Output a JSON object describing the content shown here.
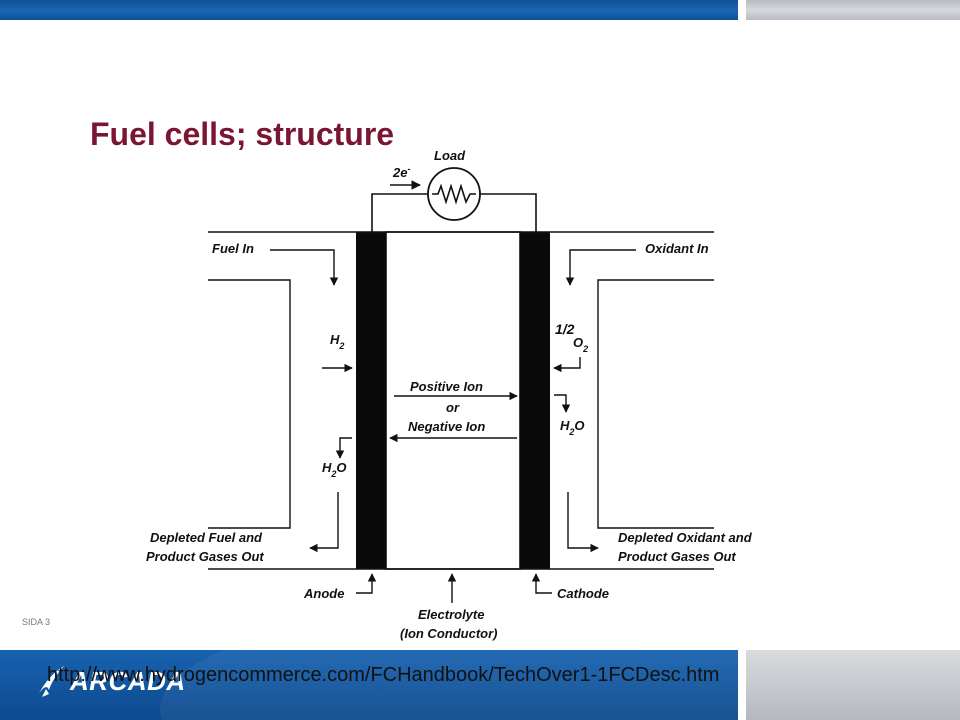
{
  "slide": {
    "title": "Fuel cells; structure",
    "slide_number": "SIDA  3",
    "url": "http://www.hydrogencommerce.com/FCHandbook/TechOver1-1FCDesc.htm",
    "logo_text": "ARCADA"
  },
  "diagram": {
    "load": "Load",
    "electrons": "2e",
    "electrons_sup": "-",
    "fuel_in": "Fuel In",
    "oxidant_in": "Oxidant In",
    "h2": "H",
    "h2_sub": "2",
    "half": "1/2",
    "o2": "O",
    "o2_sub": "2",
    "positive_ion": "Positive Ion",
    "or": "or",
    "negative_ion": "Negative Ion",
    "h2o_left": "H",
    "h2o_left_sub": "2",
    "h2o_left_tail": "O",
    "h2o_right": "H",
    "h2o_right_sub": "2",
    "h2o_right_tail": "O",
    "depleted_fuel_line1": "Depleted Fuel and",
    "depleted_fuel_line2": "Product Gases Out",
    "depleted_oxidant_line1": "Depleted Oxidant and",
    "depleted_oxidant_line2": "Product Gases Out",
    "anode": "Anode",
    "cathode": "Cathode",
    "electrolyte_line1": "Electrolyte",
    "electrolyte_line2": "(Ion Conductor)"
  },
  "colors": {
    "title": "#7b1534",
    "brand_blue": "#1862b0",
    "bar_gray": "#c8ccd0"
  }
}
